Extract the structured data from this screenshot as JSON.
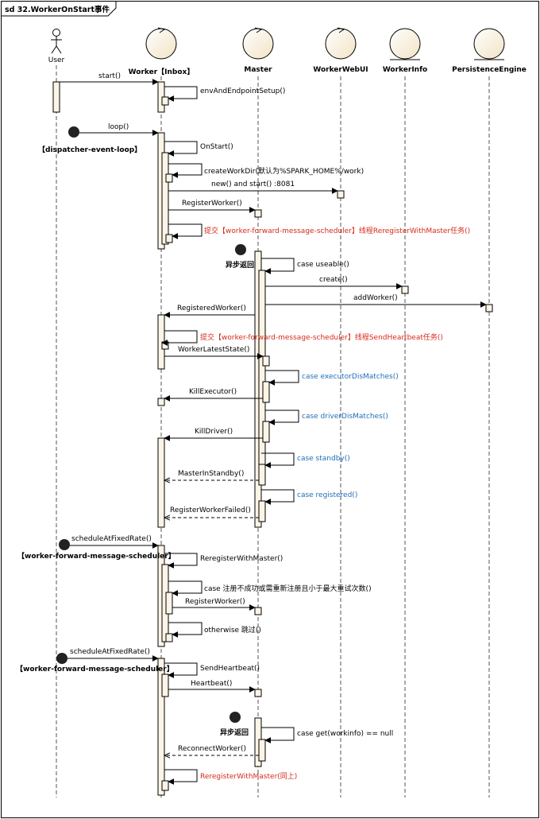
{
  "frame_title": "sd 32.WorkerOnStart事件",
  "participants": {
    "user": "User",
    "worker": "Worker【Inbox】",
    "master": "Master",
    "workerwebui": "WorkerWebUI",
    "workerinfo": "WorkerInfo",
    "persistence": "PersistenceEngine"
  },
  "threads": {
    "dispatcher": "【dispatcher-event-loop】",
    "scheduler1": "【worker-forward-message-scheduler】",
    "scheduler2": "【worker-forward-message-scheduler】"
  },
  "messages": {
    "start": "start()",
    "env_setup": "envAndEndpointSetup()",
    "loop": "loop()",
    "onstart": "OnStart()",
    "create_work_dir": "createWorkDir(默认为%SPARK_HOME%/work)",
    "new_and_start": "new() and start() :8081",
    "register_worker_1": "RegisterWorker()",
    "submit_reregister": "提交【worker-forward-message-scheduler】线程ReregisterWithMaster任务()",
    "async_return_1": "异步返回",
    "case_useable": "case useable()",
    "create": "create()",
    "add_worker": "addWorker()",
    "registered_worker": "RegisteredWorker()",
    "submit_heartbeat": "提交【worker-forward-message-scheduler】线程SendHeartbeat任务()",
    "worker_latest_state": "WorkerLatestState()",
    "case_executor_dis": "case  executorDisMatches()",
    "kill_executor": "KillExecutor()",
    "case_driver_dis": "case driverDisMatches()",
    "kill_driver": "KillDriver()",
    "case_standby": "case standby()",
    "master_in_standby": "MasterInStandby()",
    "case_registered": "case registered()",
    "register_worker_failed": "RegisterWorkerFailed()",
    "schedule_1": "scheduleAtFixedRate()",
    "reregister_with_master": "ReregisterWithMaster()",
    "case_not_success": "case 注册不成功或需重新注册且小于最大重试次数()",
    "register_worker_2": "RegisterWorker()",
    "otherwise_skip": "otherwise 跳过()",
    "schedule_2": "scheduleAtFixedRate()",
    "send_heartbeat": "SendHeartbeat()",
    "heartbeat": "Heartbeat()",
    "async_return_2": "异步返回",
    "case_get_workinfo": "case get(workinfo) == null",
    "reconnect_worker": "ReconnectWorker()",
    "reregister_same": "ReregisterWithMaster(同上)"
  },
  "colors": {
    "activation_fill": "#fcf4e6",
    "red_text": "#d6291c",
    "blue_text": "#1e6fb8",
    "lifeline": "#555555"
  },
  "icons": [
    "actor-icon",
    "control-icon",
    "entity-icon",
    "initial-node-icon"
  ]
}
